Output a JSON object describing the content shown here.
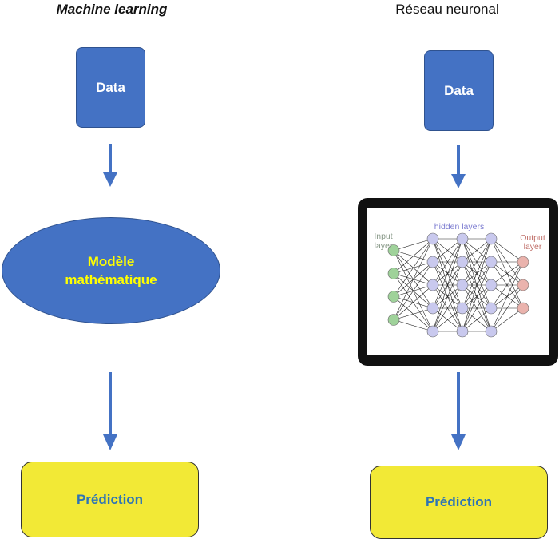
{
  "left": {
    "title": "Machine learning",
    "data_label": "Data",
    "model_line1": "Modèle",
    "model_line2": "mathématique",
    "prediction_label": "Prédiction"
  },
  "right": {
    "title": "Réseau neuronal",
    "data_label": "Data",
    "prediction_label": "Prédiction"
  },
  "network": {
    "input_label_1": "Input",
    "input_label_2": "layer",
    "hidden_label": "hidden layers",
    "output_label_1": "Output",
    "output_label_2": "layer",
    "layer_sizes": [
      4,
      5,
      5,
      5,
      3
    ]
  },
  "colors": {
    "box_blue": "#4472c4",
    "box_blue_border": "#2f528f",
    "model_text": "#ffff00",
    "prediction_fill": "#f2e936",
    "prediction_text": "#2e74b5",
    "arrow": "#4472c4",
    "input_node": "#9fd29a",
    "hidden_node": "#c9c9ee",
    "output_node": "#eab3ad",
    "input_label": "#8a9a8a",
    "hidden_label": "#7b7bd0",
    "output_label": "#c0706a"
  }
}
